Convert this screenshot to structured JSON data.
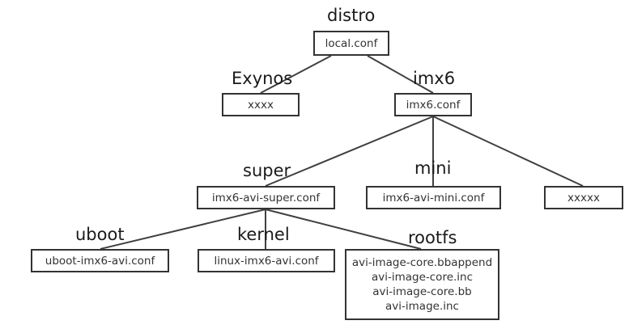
{
  "nodes": {
    "distro": {
      "label": "distro",
      "file": "local.conf"
    },
    "exynos": {
      "label": "Exynos",
      "file": "xxxx"
    },
    "imx6": {
      "label": "imx6",
      "file": "imx6.conf"
    },
    "super": {
      "label": "super",
      "file": "imx6-avi-super.conf"
    },
    "mini": {
      "label": "mini",
      "file": "imx6-avi-mini.conf"
    },
    "other": {
      "file": "xxxxx"
    },
    "uboot": {
      "label": "uboot",
      "file": "uboot-imx6-avi.conf"
    },
    "kernel": {
      "label": "kernel",
      "file": "linux-imx6-avi.conf"
    },
    "rootfs": {
      "label": "rootfs",
      "files": [
        "avi-image-core.bbappend",
        "avi-image-core.inc",
        "avi-image-core.bb",
        "avi-image.inc"
      ]
    }
  },
  "colors": {
    "line": "#404040",
    "box_border": "#333333",
    "text": "#222222",
    "background": "#ffffff"
  }
}
